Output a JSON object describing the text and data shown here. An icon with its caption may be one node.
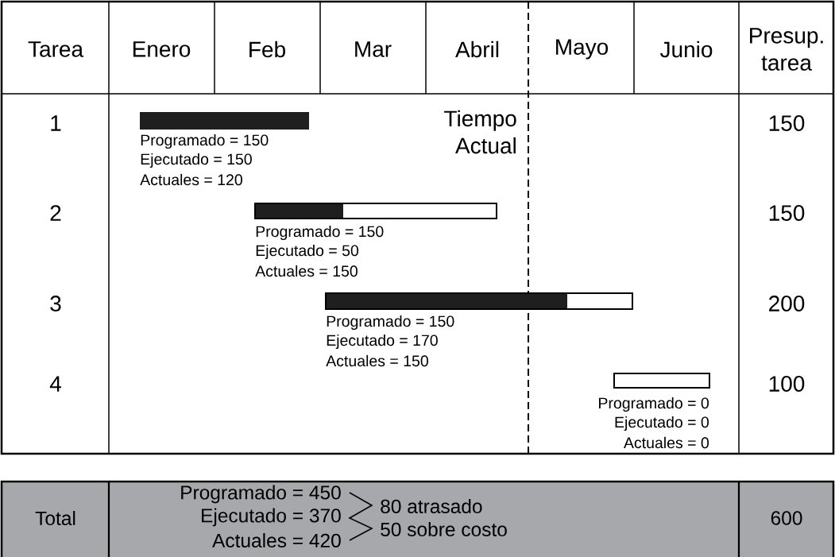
{
  "diagram": {
    "labels": [
      "Tarea",
      "Enero",
      "Feb",
      "Mar",
      "Abril",
      "Mayo",
      "Junio",
      "Presup. tarea",
      "1",
      "Tiempo Actual",
      "150",
      "Programado = 150",
      "Ejecutado = 150",
      "Actuales = 120",
      "2",
      "150",
      "Programado = 150",
      "Ejecutado = 50",
      "Actuales = 150",
      "3",
      "200",
      "Programado = 150",
      "Ejecutado = 170",
      "Actuales = 150",
      "4",
      "100",
      "Programado = 0",
      "Ejecutado = 0",
      "Actuales = 0",
      "Total",
      "Programado = 450",
      "Ejecutado = 370",
      "Actuales = 420",
      "80 atrasado",
      "50 sobre costo",
      "600"
    ]
  }
}
